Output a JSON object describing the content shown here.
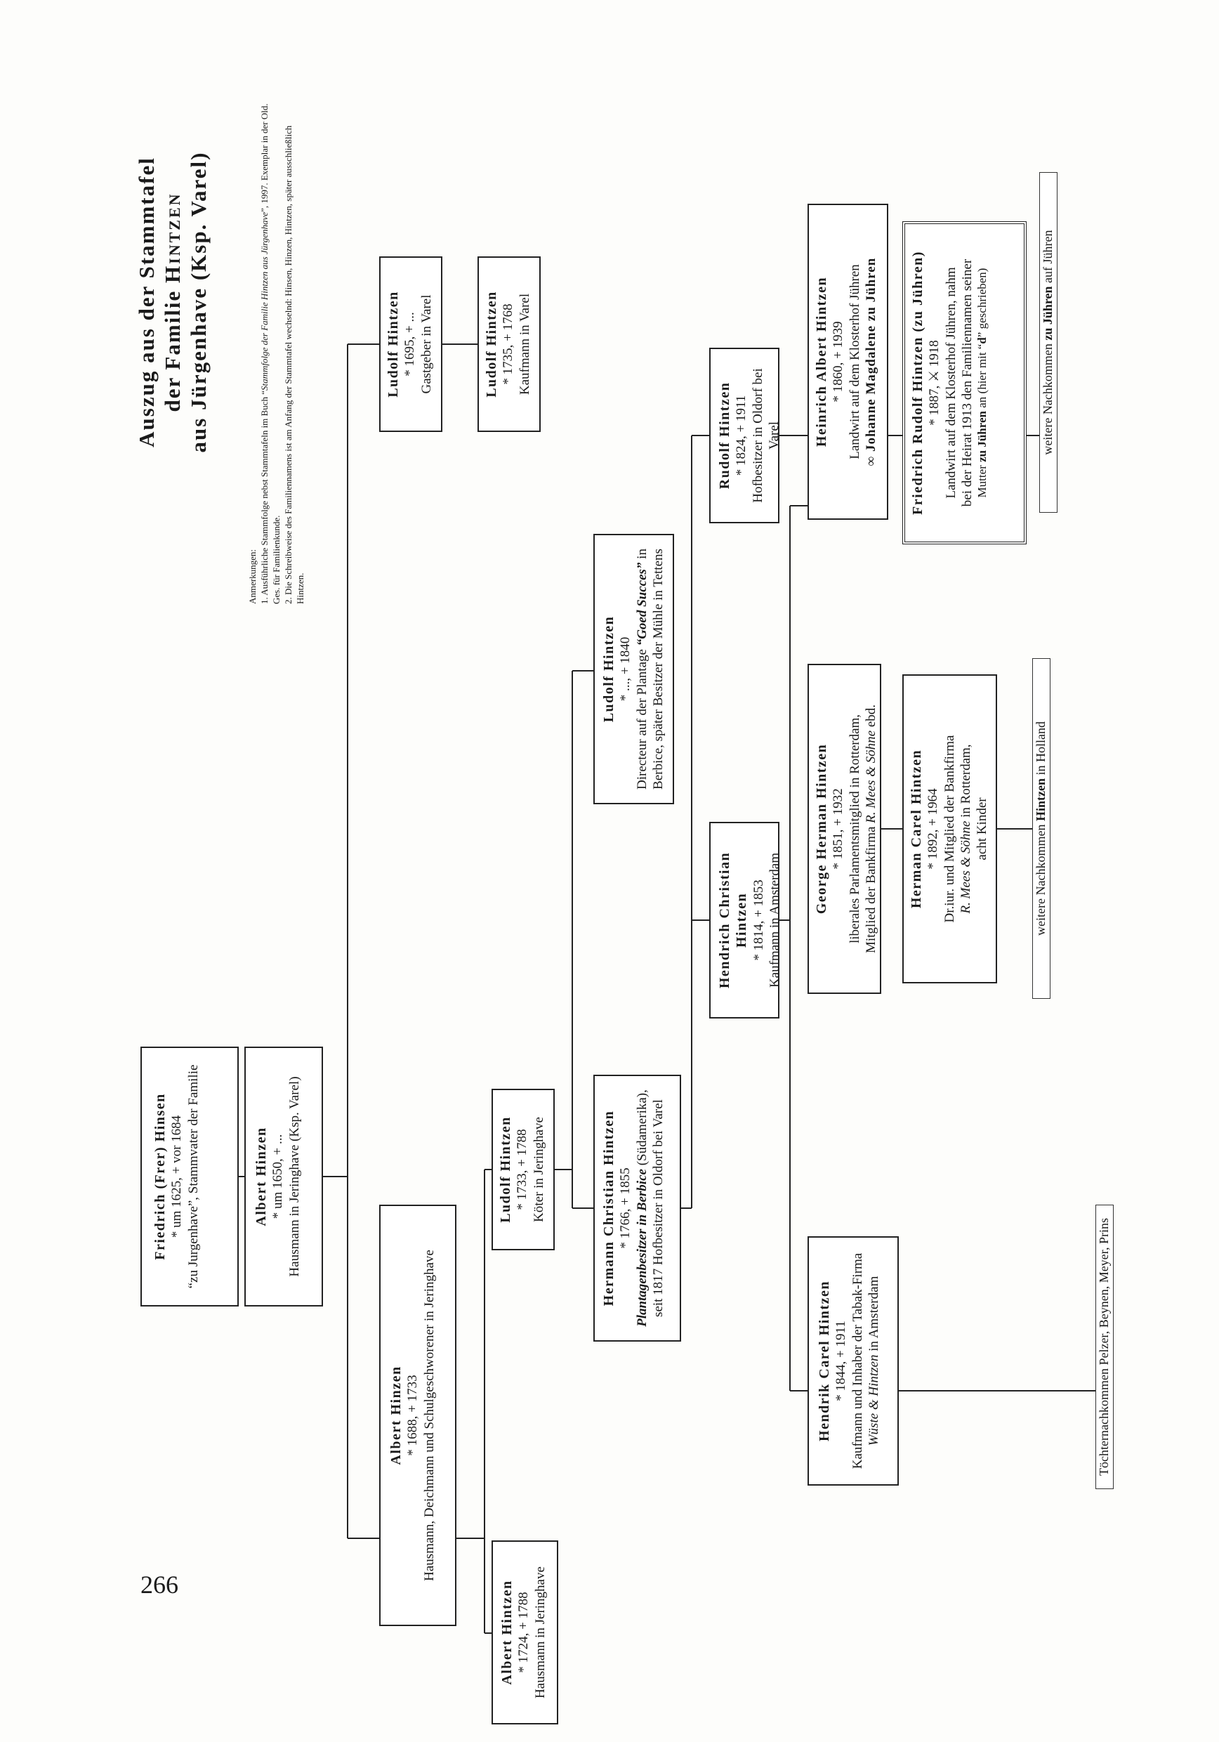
{
  "page": {
    "number": "266"
  },
  "title": {
    "line1": "Auszug aus der Stammtafel",
    "line2_pre": "der Familie ",
    "line2_name": "Hintzen",
    "line3": "aus Jürgenhave (Ksp. Varel)"
  },
  "notes": {
    "heading": "Anmerkungen:",
    "n1_pre": "1. Ausführliche Stammfolge nebst Stammtafeln im Buch “",
    "n1_title": "Stammfolge der Familie Hintzen aus Jürgenhave",
    "n1_post": "”, 1997. Exemplar in der Old. Ges. für Familienkunde.",
    "n2": "2. Die Schreibweise des Familiennamens ist am Anfang der Stammtafel wechselnd: Hinsen, Hinzen, Hintzen, später ausschließlich Hintzen."
  },
  "persons": {
    "friedrich_frer": {
      "name": "Friedrich (Frer) Hinsen",
      "dates": "* um 1625, + vor 1684",
      "desc": "“zu Jurgenhave”, Stammvater der Familie"
    },
    "albert_1650": {
      "name": "Albert Hinzen",
      "dates": "* um 1650, + ...",
      "desc": "Hausmann in Jeringhave (Ksp. Varel)"
    },
    "albert_1688": {
      "name": "Albert Hinzen",
      "dates": "* 1688, + 1733",
      "desc": "Hausmann, Deichmann und Schulgeschworener in Jeringhave"
    },
    "ludolf_1695": {
      "name": "Ludolf Hintzen",
      "dates": "* 1695, + ...",
      "desc": "Gastgeber in Varel"
    },
    "albert_1724": {
      "name": "Albert Hintzen",
      "dates": "* 1724, + 1788",
      "desc": "Hausmann in Jeringhave"
    },
    "ludolf_1733": {
      "name": "Ludolf Hintzen",
      "dates": "* 1733, + 1788",
      "desc": "Köter in Jeringhave"
    },
    "ludolf_1735": {
      "name": "Ludolf Hintzen",
      "dates": "* 1735, + 1768",
      "desc": "Kaufmann in Varel"
    },
    "hermann_christian": {
      "name": "Hermann Christian Hintzen",
      "dates": "* 1766, + 1855",
      "desc1_bold": "Plantagenbesitzer in Berbice",
      "desc1_rest": " (Südamerika),",
      "desc2": "seit 1817 Hofbesitzer in Oldorf bei Varel"
    },
    "ludolf_1840": {
      "name": "Ludolf Hintzen",
      "dates": "* ..., + 1840",
      "desc1_pre": "Directeur auf der Plantage ",
      "desc1_bold": "“Goed Succes”",
      "desc1_post": " in",
      "desc2": "Berbice, später Besitzer der Mühle in Tettens"
    },
    "hendrich_christian": {
      "name": "Hendrich Christian Hintzen",
      "dates": "* 1814, + 1853",
      "desc": "Kaufmann in Amsterdam"
    },
    "rudolf": {
      "name": "Rudolf Hintzen",
      "dates": "* 1824, + 1911",
      "desc": "Hofbesitzer in Oldorf bei Varel"
    },
    "hendrik_carel": {
      "name": "Hendrik Carel Hintzen",
      "dates": "* 1844, + 1911",
      "desc1": "Kaufmann und Inhaber der Tabak-Firma",
      "desc2_italic": "Wüste & Hintzen",
      "desc2_rest": " in Amsterdam"
    },
    "george_herman": {
      "name": "George Herman Hintzen",
      "dates": "* 1851, + 1932",
      "desc1": "liberales Parlamentsmitglied in Rotterdam,",
      "desc2_pre": "Mitglied der Bankfirma ",
      "desc2_italic": "R. Mees & Söhne",
      "desc2_post": " ebd."
    },
    "heinrich_albert": {
      "name": "Heinrich Albert Hintzen",
      "dates": "* 1860, + 1939",
      "desc": "Landwirt auf dem Klosterhof Jühren",
      "spouse": "∞ Johanne Magdalene zu Jühren"
    },
    "herman_carel": {
      "name": "Herman Carel Hintzen",
      "dates": "* 1892, + 1964",
      "desc1": "Dr.iur. und Mitglied der Bankfirma",
      "desc2_italic": "R. Mees & Söhne",
      "desc2_rest": " in Rotterdam,",
      "desc3": "acht Kinder"
    },
    "friedrich_rudolf": {
      "name": "Friedrich Rudolf Hintzen (zu Jühren)",
      "dates": "* 1887, ⚔ 1918",
      "desc1": "Landwirt auf dem Klosterhof Jühren, nahm",
      "desc2": "bei der Heirat 1913 den Familiennamen seiner",
      "desc3_pre": "Mutter ",
      "desc3_bold": "zu Jühren",
      "desc3_mid": " an (hier mit “",
      "desc3_d": "d",
      "desc3_post": "” geschrieben)"
    }
  },
  "footnotes": {
    "toechter": "Töchternachkommen Pelzer, Beynen, Meyer, Prins",
    "holland_pre": "weitere Nachkommen ",
    "holland_bold": "Hintzen",
    "holland_post": " in Holland",
    "juehren_pre": "weitere Nachkommen ",
    "juehren_bold": "zu Jühren",
    "juehren_post": " auf Jühren"
  }
}
